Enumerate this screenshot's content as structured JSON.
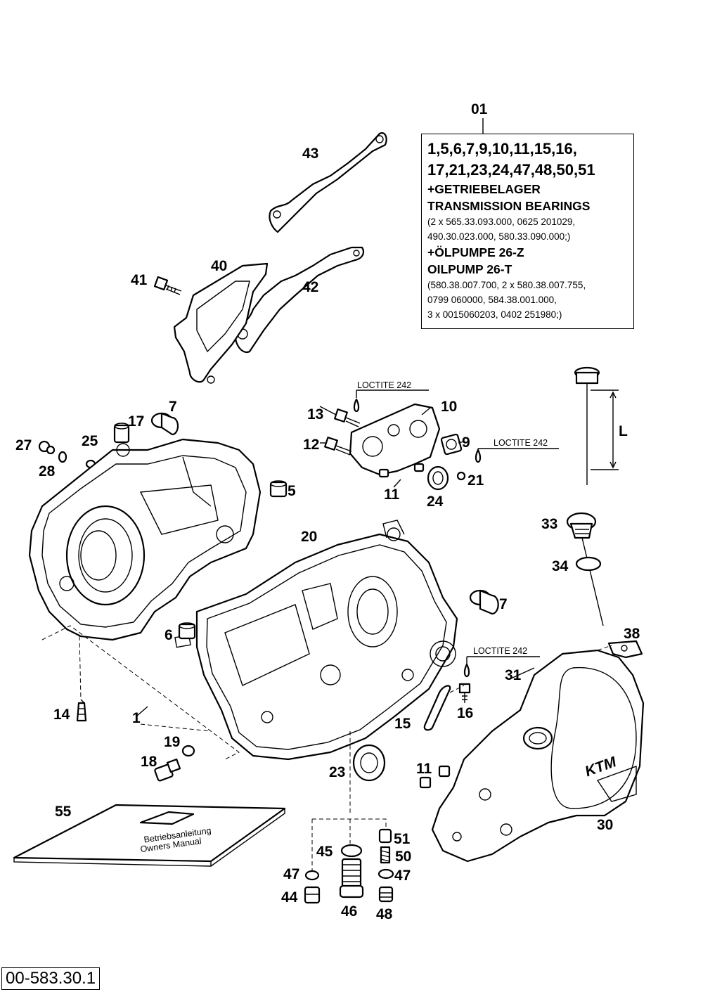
{
  "kit": {
    "number": "01",
    "contents_line1": "1,5,6,7,9,10,11,15,16,",
    "contents_line2": "17,21,23,24,47,48,50,51",
    "bearings_de": "+GETRIEBELAGER",
    "bearings_en": "TRANSMISSION BEARINGS",
    "bearings_parts_1": "(2 x 565.33.093.000, 0625 201029,",
    "bearings_parts_2": "490.30.023.000, 580.33.090.000;)",
    "pump_de": "+ÖLPUMPE 26-Z",
    "pump_en": "OILPUMP 26-T",
    "pump_parts_1": "(580.38.007.700, 2 x 580.38.007.755,",
    "pump_parts_2": "0799 060000, 584.38.001.000,",
    "pump_parts_3": "3 x 0015060203, 0402 251980;)"
  },
  "loctite": [
    "LOCTITE 242",
    "LOCTITE 242",
    "LOCTITE 242"
  ],
  "dipstick_dimension": "L",
  "drawing_number": "00-583.30.1",
  "callouts": [
    "43",
    "40",
    "41",
    "42",
    "7",
    "17",
    "27",
    "25",
    "28",
    "13",
    "10",
    "12",
    "9",
    "21",
    "11",
    "24",
    "5",
    "33",
    "34",
    "20",
    "7",
    "6",
    "38",
    "31",
    "14",
    "1",
    "15",
    "16",
    "19",
    "18",
    "23",
    "11",
    "30",
    "55",
    "51",
    "45",
    "50",
    "47",
    "47",
    "44",
    "46",
    "48"
  ],
  "manual_cover_lines": [
    "Betriebsanleitung",
    "Owners Manual"
  ]
}
